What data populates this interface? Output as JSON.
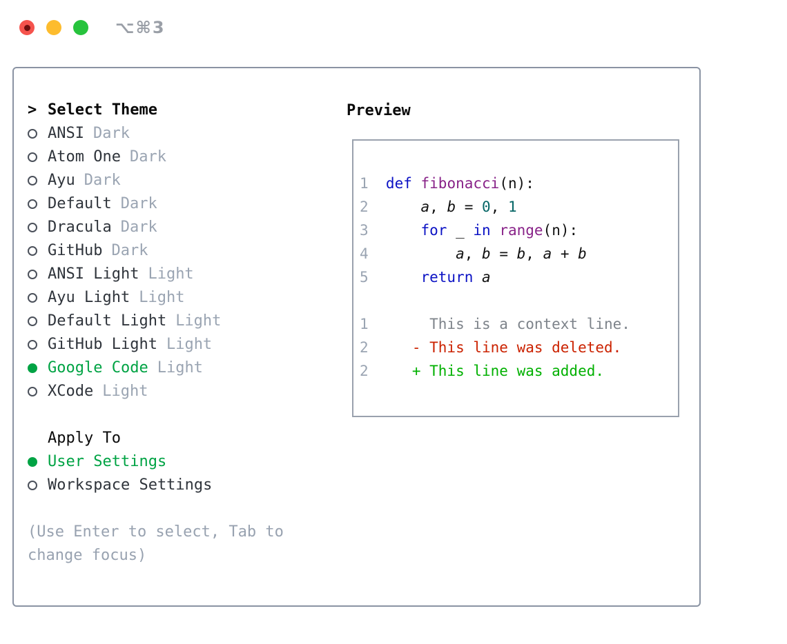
{
  "window": {
    "shortcut": "⌥⌘3",
    "traffic_lights": [
      "close",
      "minimize",
      "zoom"
    ]
  },
  "theme_list": {
    "selector": ">",
    "title": "Select Theme",
    "items": [
      {
        "name": "ANSI",
        "variant": "Dark",
        "selected": false
      },
      {
        "name": "Atom One",
        "variant": "Dark",
        "selected": false
      },
      {
        "name": "Ayu",
        "variant": "Dark",
        "selected": false
      },
      {
        "name": "Default",
        "variant": "Dark",
        "selected": false
      },
      {
        "name": "Dracula",
        "variant": "Dark",
        "selected": false
      },
      {
        "name": "GitHub",
        "variant": "Dark",
        "selected": false
      },
      {
        "name": "ANSI Light",
        "variant": "Light",
        "selected": false
      },
      {
        "name": "Ayu Light",
        "variant": "Light",
        "selected": false
      },
      {
        "name": "Default Light",
        "variant": "Light",
        "selected": false
      },
      {
        "name": "GitHub Light",
        "variant": "Light",
        "selected": false
      },
      {
        "name": "Google Code",
        "variant": "Light",
        "selected": true
      },
      {
        "name": "XCode",
        "variant": "Light",
        "selected": false
      }
    ]
  },
  "apply_to": {
    "title": "Apply To",
    "options": [
      {
        "label": "User Settings",
        "selected": true
      },
      {
        "label": "Workspace Settings",
        "selected": false
      }
    ]
  },
  "hint": "(Use Enter to select, Tab to change focus)",
  "preview": {
    "title": "Preview",
    "code_lines": [
      {
        "num": "1",
        "tokens": [
          {
            "t": "def",
            "c": "kwd"
          },
          {
            "t": " ",
            "c": "pln"
          },
          {
            "t": "fibonacci",
            "c": "typ"
          },
          {
            "t": "(n):",
            "c": "pln"
          }
        ]
      },
      {
        "num": "2",
        "tokens": [
          {
            "t": "    ",
            "c": "pln"
          },
          {
            "t": "a",
            "c": "var"
          },
          {
            "t": ", ",
            "c": "pln"
          },
          {
            "t": "b",
            "c": "var"
          },
          {
            "t": " = ",
            "c": "pln"
          },
          {
            "t": "0",
            "c": "lit"
          },
          {
            "t": ", ",
            "c": "pln"
          },
          {
            "t": "1",
            "c": "lit"
          }
        ]
      },
      {
        "num": "3",
        "tokens": [
          {
            "t": "    ",
            "c": "pln"
          },
          {
            "t": "for",
            "c": "kwd"
          },
          {
            "t": " _ ",
            "c": "pln"
          },
          {
            "t": "in",
            "c": "kwd"
          },
          {
            "t": " ",
            "c": "pln"
          },
          {
            "t": "range",
            "c": "typ"
          },
          {
            "t": "(n):",
            "c": "pln"
          }
        ]
      },
      {
        "num": "4",
        "tokens": [
          {
            "t": "        ",
            "c": "pln"
          },
          {
            "t": "a",
            "c": "var"
          },
          {
            "t": ", ",
            "c": "pln"
          },
          {
            "t": "b",
            "c": "var"
          },
          {
            "t": " = ",
            "c": "pln"
          },
          {
            "t": "b",
            "c": "var"
          },
          {
            "t": ", ",
            "c": "pln"
          },
          {
            "t": "a",
            "c": "var"
          },
          {
            "t": " + ",
            "c": "pln"
          },
          {
            "t": "b",
            "c": "var"
          }
        ]
      },
      {
        "num": "5",
        "tokens": [
          {
            "t": "    ",
            "c": "pln"
          },
          {
            "t": "return",
            "c": "kwd"
          },
          {
            "t": " ",
            "c": "pln"
          },
          {
            "t": "a",
            "c": "var"
          }
        ]
      }
    ],
    "diff_lines": [
      {
        "num": "1",
        "type": "context",
        "text": "     This is a context line."
      },
      {
        "num": "2",
        "type": "deleted",
        "text": "   - This line was deleted."
      },
      {
        "num": "2",
        "type": "added",
        "text": "   + This line was added."
      }
    ]
  },
  "colors": {
    "selected_green": "#00a344",
    "keyword_blue": "#0b12c4",
    "type_purple": "#882288",
    "literal_teal": "#066666",
    "diff_deleted_red": "#cb2200",
    "diff_added_green": "#00b000",
    "muted_gray": "#9aa4b2",
    "panel_border": "#8a93a3"
  }
}
